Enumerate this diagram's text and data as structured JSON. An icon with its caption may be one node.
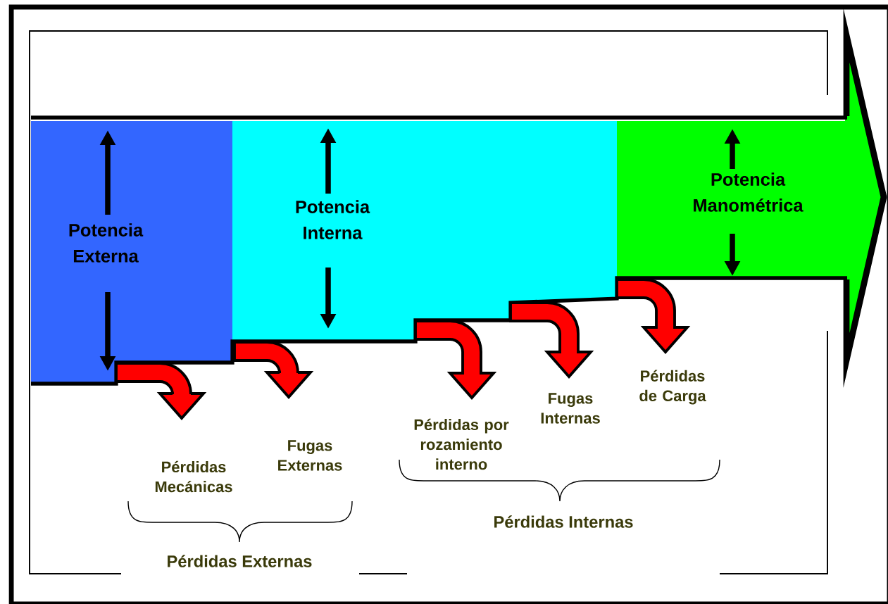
{
  "diagram": {
    "nodes": [
      {
        "text": [
          "Potencia Externa"
        ]
      },
      {
        "text": [
          "Potencia Interna"
        ]
      },
      {
        "text": [
          "Potencia Manométrica"
        ]
      },
      {
        "text": [
          "Pérdidas Mecánicas"
        ]
      },
      {
        "text": [
          "Fugas Externas"
        ]
      },
      {
        "text": [
          "Pérdidas por rozamiento interno"
        ]
      },
      {
        "text": [
          "Fugas Internas"
        ]
      },
      {
        "text": [
          "Pérdidas de Carga"
        ]
      }
    ],
    "edges": [
      {
        "from": 0,
        "to": 3,
        "arrow": "to"
      },
      {
        "from": 1,
        "to": 4,
        "arrow": "to"
      },
      {
        "from": 1,
        "to": 5,
        "arrow": "to"
      },
      {
        "from": 1,
        "to": 6,
        "arrow": "to"
      },
      {
        "from": 2,
        "to": 7,
        "arrow": "to"
      }
    ],
    "labels": [
      "Pérdidas Internas",
      "Pérdidas Externas"
    ]
  }
}
